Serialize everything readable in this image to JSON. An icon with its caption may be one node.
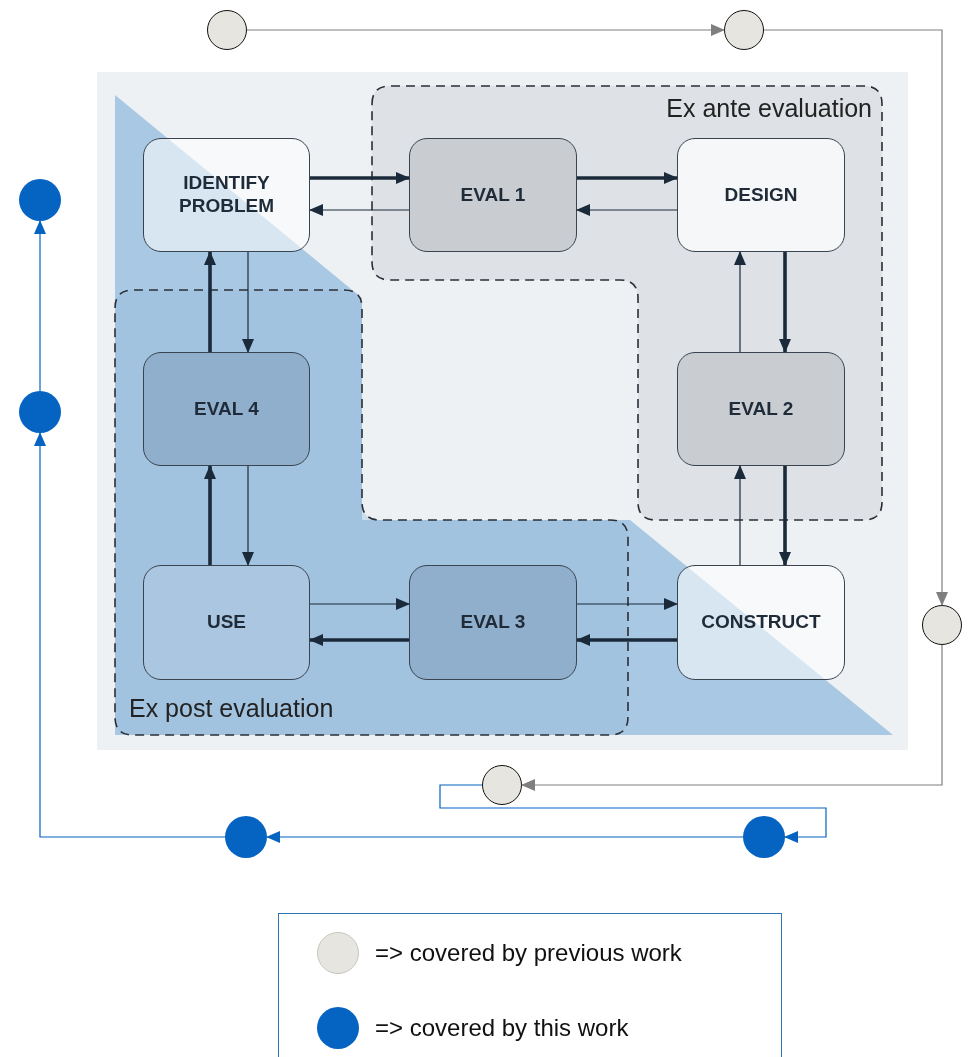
{
  "diagram": {
    "nodes": [
      {
        "text": [],
        "shape": "circle"
      },
      {
        "text": [],
        "shape": "circle"
      },
      {
        "text": [
          "Ex ante evaluation"
        ]
      },
      {
        "text": [
          "IDENTIFY PROBLEM"
        ]
      },
      {
        "text": [
          "EVAL 1"
        ],
        "in": 2
      },
      {
        "text": [
          "DESIGN"
        ],
        "in": 2
      },
      {
        "text": [],
        "shape": "circle"
      },
      {
        "text": [
          "Ex post evaluation"
        ]
      },
      {
        "text": [
          "EVAL 4"
        ],
        "in": 7
      },
      {
        "text": [
          "EVAL 2"
        ],
        "in": 2
      },
      {
        "text": [],
        "shape": "circle"
      },
      {
        "text": [
          "USE"
        ],
        "in": 7
      },
      {
        "text": [
          "EVAL 3"
        ],
        "in": 7
      },
      {
        "text": [
          "CONSTRUCT"
        ]
      },
      {
        "text": [],
        "shape": "circle"
      },
      {
        "text": [],
        "shape": "circle"
      },
      {
        "text": [],
        "shape": "circle"
      },
      {
        "text": [],
        "shape": "circle"
      }
    ],
    "edges": [
      {
        "from": 3,
        "to": 4,
        "arrow": "to",
        "style": "thick"
      },
      {
        "from": 4,
        "to": 3,
        "arrow": "to"
      },
      {
        "from": 4,
        "to": 5,
        "arrow": "to",
        "style": "thick"
      },
      {
        "from": 5,
        "to": 4,
        "arrow": "to"
      },
      {
        "from": 5,
        "to": 9,
        "arrow": "to",
        "style": "thick"
      },
      {
        "from": 9,
        "to": 5,
        "arrow": "to"
      },
      {
        "from": 9,
        "to": 13,
        "arrow": "to",
        "style": "thick"
      },
      {
        "from": 13,
        "to": 9,
        "arrow": "to"
      },
      {
        "from": 13,
        "to": 12,
        "arrow": "to",
        "style": "thick"
      },
      {
        "from": 12,
        "to": 13,
        "arrow": "to"
      },
      {
        "from": 12,
        "to": 11,
        "arrow": "to",
        "style": "thick"
      },
      {
        "from": 11,
        "to": 12,
        "arrow": "to"
      },
      {
        "from": 11,
        "to": 8,
        "arrow": "to",
        "style": "thick"
      },
      {
        "from": 8,
        "to": 11,
        "arrow": "to"
      },
      {
        "from": 8,
        "to": 3,
        "arrow": "to",
        "style": "thick"
      },
      {
        "from": 3,
        "to": 8,
        "arrow": "to"
      },
      {
        "from": 0,
        "to": 1,
        "arrow": "to",
        "color": "#7f7f7f"
      },
      {
        "from": 1,
        "to": 14,
        "arrow": "to",
        "color": "#7f7f7f"
      },
      {
        "from": 14,
        "to": 15,
        "arrow": "to",
        "color": "#7f7f7f"
      },
      {
        "from": 15,
        "to": 16,
        "arrow": "to",
        "color": "#0563c1"
      },
      {
        "from": 16,
        "to": 17,
        "arrow": "to",
        "color": "#0563c1"
      },
      {
        "from": 17,
        "to": 10,
        "arrow": "to",
        "color": "#0563c1"
      },
      {
        "from": 10,
        "to": 6,
        "arrow": "to",
        "color": "#0563c1"
      }
    ],
    "legend": [
      {
        "text": "=> covered by previous work",
        "color": "#e7e5df"
      },
      {
        "text": "=> covered by this work",
        "color": "#0563c1"
      }
    ]
  }
}
